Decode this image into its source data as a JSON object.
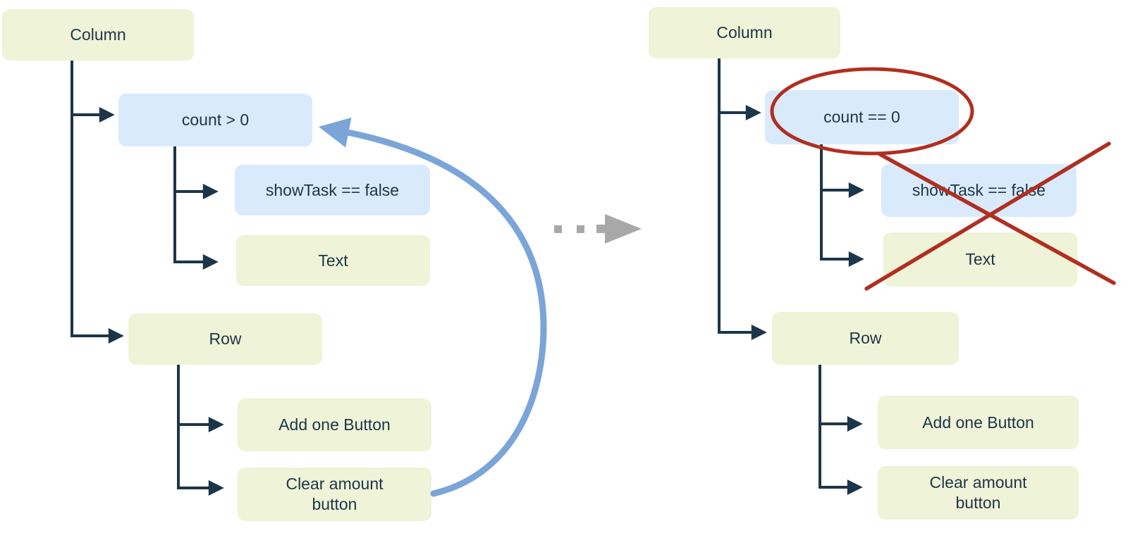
{
  "left_tree": {
    "column": "Column",
    "condition": "count > 0",
    "show_task": "showTask == false",
    "text_node": "Text",
    "row": "Row",
    "add_button": "Add one Button",
    "clear_button": "Clear amount button"
  },
  "right_tree": {
    "column": "Column",
    "condition": "count == 0",
    "show_task": "showTask == false",
    "text_node": "Text",
    "row": "Row",
    "add_button": "Add one Button",
    "clear_button": "Clear amount button"
  },
  "annotations": {
    "loop_arrow": "blue-curved-arrow",
    "transition_arrow": "grey-dotted-arrow",
    "highlight_ellipse": "red-ellipse-outline",
    "cross_out": "red-x-mark"
  },
  "colors": {
    "background": "#ffffff",
    "node_green": "#eff3d7",
    "node_blue": "#d9eafc",
    "line_dark": "#1c3549",
    "arrow_blue": "#7ba5d9",
    "annotation_red": "#b02f20",
    "transition_grey": "#a8a8a8"
  }
}
